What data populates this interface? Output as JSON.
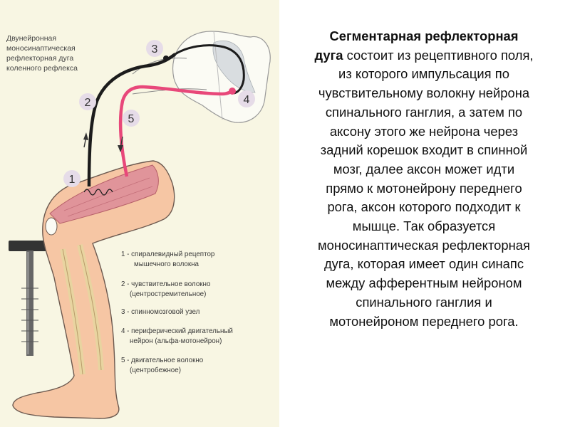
{
  "figure": {
    "title_lines": [
      "Двунейронная",
      "моносинаптическая",
      "рефлекторная дуга",
      "коленного рефлекса"
    ],
    "markers": [
      "1",
      "2",
      "3",
      "4",
      "5"
    ],
    "legend": [
      [
        "1 - спиралевидный  рецептор",
        "мышечного    волокна"
      ],
      [
        "2 - чувствительное волокно",
        "(центростремительное)"
      ],
      [
        "3 - спинномозговой узел"
      ],
      [
        "4 - периферический двигательный",
        "нейрон (альфа-мотонейрон)"
      ],
      [
        "5 - двигательное волокно",
        "(центробежное)"
      ]
    ]
  },
  "description": {
    "term": "Сегментарная рефлекторная дуга",
    "text": " состоит из рецептивного поля, из которого импульсация по чувствительному волокну нейрона спинального ганглия, а затем по аксону этого же нейрона через задний корешок входит в спинной мозг, далее аксон может идти прямо к мотонейрону переднего рога, аксон которого подходит к мышце. Так образуется моносинаптическая рефлекторная дуга, которая имеет один синапс между афферентным нейроном спинального ганглия и мотонейроном переднего рога."
  },
  "colors": {
    "sensory_fiber": "#1c1c1c",
    "motor_fiber": "#e8487a",
    "muscle": "#e0949a",
    "skin": "#f6c6a4",
    "marker_circle": "#e6dce8",
    "background": "#f8f6e3"
  }
}
